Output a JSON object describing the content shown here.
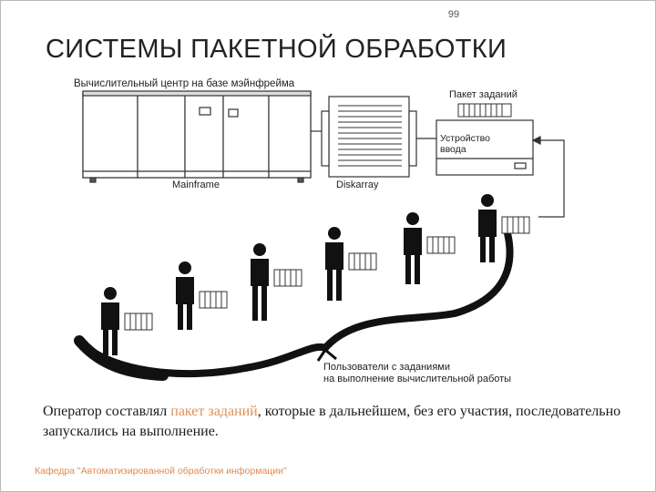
{
  "slide": {
    "page_number": "99",
    "title": "СИСТЕМЫ ПАКЕТНОЙ ОБРАБОТКИ",
    "footer": "Кафедра \"Автоматизированной обработки информации\""
  },
  "diagram": {
    "mainframe_center_label": "Вычислительный центр на базе мэйнфрейма",
    "mainframe_label": "Mainframe",
    "diskarray_label": "Diskarray",
    "job_package_label": "Пакет заданий",
    "input_device_label_line1": "Устройство",
    "input_device_label_line2": "ввода",
    "users_label_line1": "Пользователи с заданиями",
    "users_label_line2": "на выполнение вычислительной работы"
  },
  "caption": {
    "before": "Оператор составлял ",
    "highlight": "пакет заданий",
    "after": ", которые в дальнейшем, без его участия, последовательно запускались на выполнение."
  },
  "colors": {
    "highlight": "#e0905a",
    "footer": "#e08a4a"
  }
}
